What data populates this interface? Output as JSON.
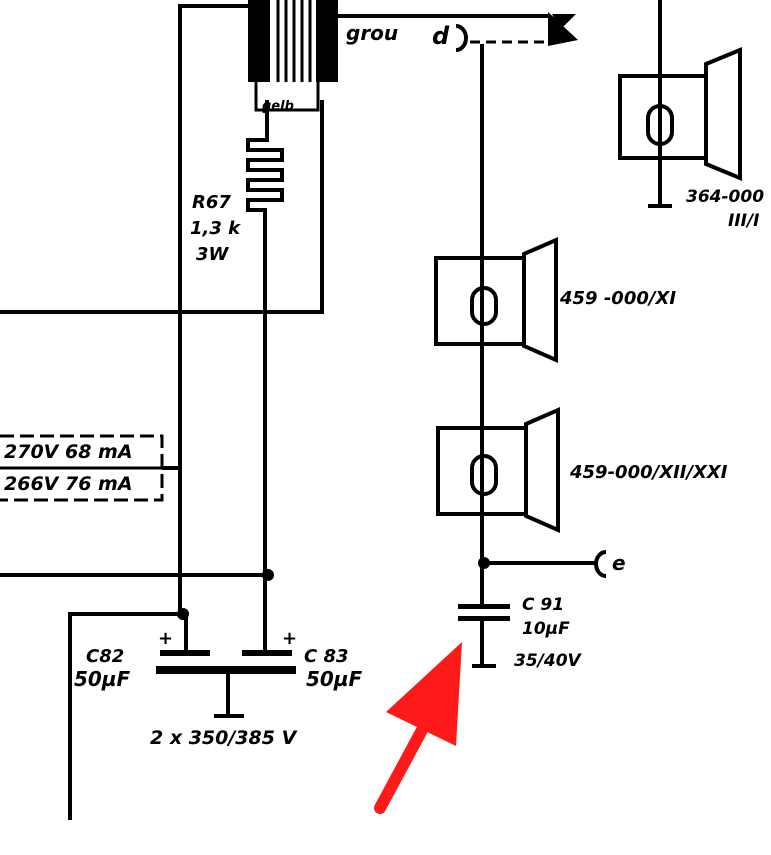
{
  "transformer": {
    "wire_label": "grou",
    "tap_label": "gelb"
  },
  "terminals": {
    "d": "d",
    "e": "e"
  },
  "resistor": {
    "ref": "R67",
    "value": "1,3 k",
    "power": "3W"
  },
  "speakers": [
    {
      "part": "364-000",
      "suffix": "III/I"
    },
    {
      "part": "459 -000/XI"
    },
    {
      "part": "459-000/XII/XXI"
    }
  ],
  "voltage_box": {
    "line1": "270V  68 mA",
    "line2": "266V  76 mA"
  },
  "capacitors": {
    "c82": {
      "ref": "C82",
      "value": "50µF",
      "polarity": "+"
    },
    "c83": {
      "ref": "C 83",
      "value": "50µF",
      "polarity": "+"
    },
    "dual_rating": "2 x 350/385 V",
    "c91": {
      "ref": "C 91",
      "value": "10µF",
      "rating": "35/40V"
    }
  },
  "annotation": {
    "arrow_color": "#ff1a1a",
    "points_to": "C91"
  }
}
